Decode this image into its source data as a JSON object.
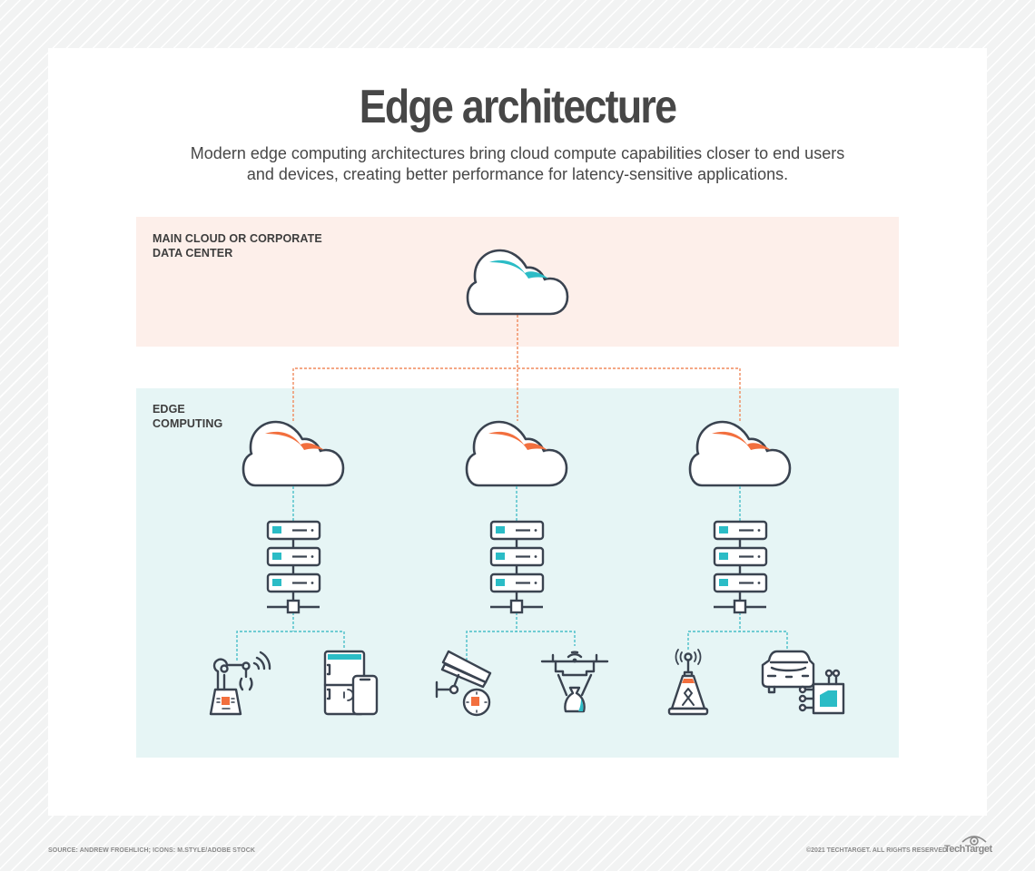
{
  "header": {
    "title": "Edge architecture",
    "subtitle_line1": "Modern edge computing architectures bring cloud compute capabilities closer to end users",
    "subtitle_line2": "and devices, creating better performance for latency-sensitive applications."
  },
  "zones": {
    "main_cloud": {
      "label_line1": "MAIN CLOUD OR CORPORATE",
      "label_line2": "DATA CENTER",
      "background": "#fdefea",
      "cloud_accent": "#2bbcc6"
    },
    "edge": {
      "label_line1": "EDGE",
      "label_line2": "COMPUTING",
      "background": "#e6f5f5",
      "cloud_accent": "#f26f3e"
    }
  },
  "edge_nodes": [
    {
      "id": "left",
      "cloud_icon": "cloud-icon",
      "server_icon": "server-rack-icon",
      "devices": [
        "robotic-arm-icon",
        "smart-fridge-phone-icon"
      ]
    },
    {
      "id": "center",
      "cloud_icon": "cloud-icon",
      "server_icon": "server-rack-icon",
      "devices": [
        "security-camera-icon",
        "delivery-drone-icon"
      ]
    },
    {
      "id": "right",
      "cloud_icon": "cloud-icon",
      "server_icon": "server-rack-icon",
      "devices": [
        "cell-tower-icon",
        "connected-car-chip-icon"
      ]
    }
  ],
  "colors": {
    "stroke": "#3a4350",
    "teal": "#2bbcc6",
    "orange": "#f26f3e",
    "link_orange": "#f08a5d",
    "link_teal": "#49bfc8",
    "text": "#474747"
  },
  "footer": {
    "source": "SOURCE: ANDREW FROEHLICH; ICONS: M.STYLE/ADOBE STOCK",
    "copyright": "©2021 TECHTARGET. ALL RIGHTS RESERVED",
    "brand": "TechTarget"
  }
}
